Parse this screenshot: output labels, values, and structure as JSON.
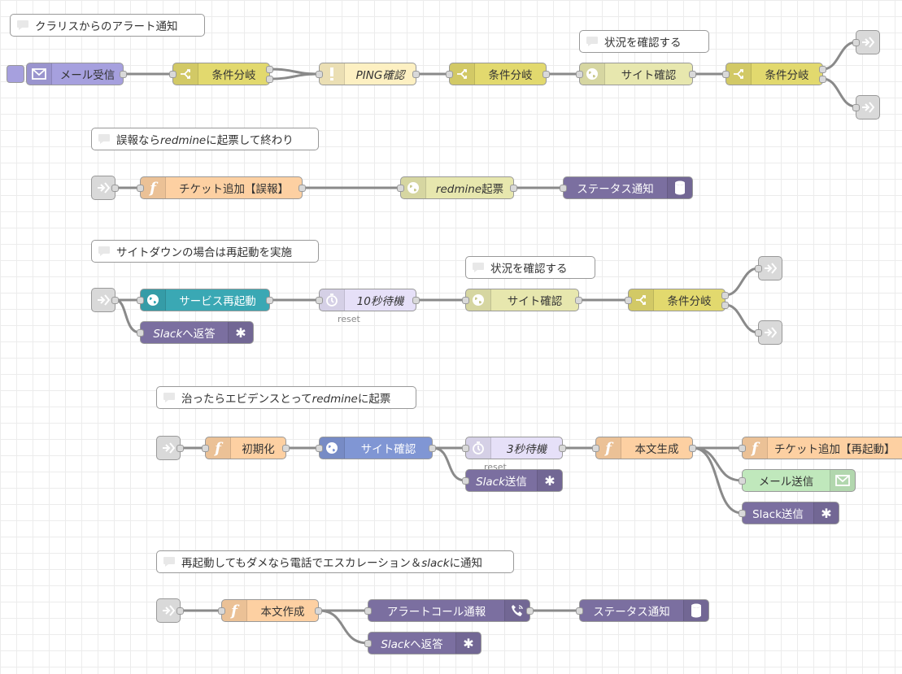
{
  "colors": {
    "inject": "#a6a0de",
    "switch": "#e2d96e",
    "ping": "#fdf0c2",
    "http": "#e7e7ae",
    "function": "#fdd0a2",
    "exec": "#7b6fa0",
    "openstack": "#3aa8b4",
    "delay": "#e6e0f8",
    "http_blue": "#8096d4",
    "email_out": "#c0e8bc",
    "endpoint": "#d9d9d9"
  },
  "flows": [
    {
      "comment": {
        "text": "クラリスからのアラート通知"
      },
      "comment2": {
        "text": "状況を確認する"
      },
      "nodes": {
        "mail_in": {
          "label": "メール受信",
          "icon": "envelope-icon"
        },
        "switch1": {
          "label": "条件分岐",
          "icon": "switch-icon"
        },
        "ping": {
          "label": "PING確認",
          "icon": "alert-icon"
        },
        "switch2": {
          "label": "条件分岐",
          "icon": "switch-icon"
        },
        "site_check": {
          "label": "サイト確認",
          "icon": "globe-icon"
        },
        "switch3": {
          "label": "条件分岐",
          "icon": "switch-icon"
        }
      }
    },
    {
      "comment": {
        "pre": "誤報なら",
        "em": "redmine",
        "post": "に起票して終わり"
      },
      "nodes": {
        "ticket_false": {
          "label": "チケット追加【誤報】",
          "icon": "function-icon"
        },
        "redmine_post": {
          "label_em": "redmine",
          "label_post": "起票",
          "icon": "globe-icon"
        },
        "status_notify": {
          "label": "ステータス通知",
          "icon": "database-icon"
        }
      }
    },
    {
      "comment": {
        "text": "サイトダウンの場合は再起動を実施"
      },
      "comment2": {
        "text": "状況を確認する"
      },
      "nodes": {
        "service_restart": {
          "label": "サービス再起動",
          "icon": "globe-icon"
        },
        "slack_reply": {
          "label_em": "Slack",
          "label_post": "へ返答",
          "icon": "gear-icon"
        },
        "wait10": {
          "label": "10秒待機",
          "sub": "reset",
          "icon": "timer-icon"
        },
        "site_check": {
          "label": "サイト確認",
          "icon": "globe-icon"
        },
        "switch": {
          "label": "条件分岐",
          "icon": "switch-icon"
        }
      }
    },
    {
      "comment": {
        "pre": "治ったらエビデンスとって",
        "em": "redmine",
        "post": "に起票"
      },
      "nodes": {
        "init": {
          "label": "初期化",
          "icon": "function-icon"
        },
        "site_check": {
          "label": "サイト確認",
          "icon": "globe-icon"
        },
        "wait3": {
          "label": "3秒待機",
          "sub": "reset",
          "icon": "timer-icon"
        },
        "slack_send_it": {
          "label_em": "Slack",
          "label_post": "送信",
          "icon": "gear-icon"
        },
        "body_gen": {
          "label": "本文生成",
          "icon": "function-icon"
        },
        "ticket_restart": {
          "label": "チケット追加【再起動】",
          "icon": "function-icon"
        },
        "mail_send": {
          "label": "メール送信",
          "icon": "envelope-icon"
        },
        "slack_send": {
          "label": "Slack送信",
          "icon": "gear-icon"
        }
      }
    },
    {
      "comment": {
        "pre": "再起動してもダメなら電話でエスカレーション＆",
        "em": "slack",
        "post": "に通知"
      },
      "nodes": {
        "body_make": {
          "label": "本文作成",
          "icon": "function-icon"
        },
        "alert_call": {
          "label": "アラートコール通報",
          "icon": "phone-icon"
        },
        "status_notify": {
          "label": "ステータス通知",
          "icon": "database-icon"
        },
        "slack_reply": {
          "label_em": "Slack",
          "label_post": "へ返答",
          "icon": "gear-icon"
        }
      }
    }
  ]
}
